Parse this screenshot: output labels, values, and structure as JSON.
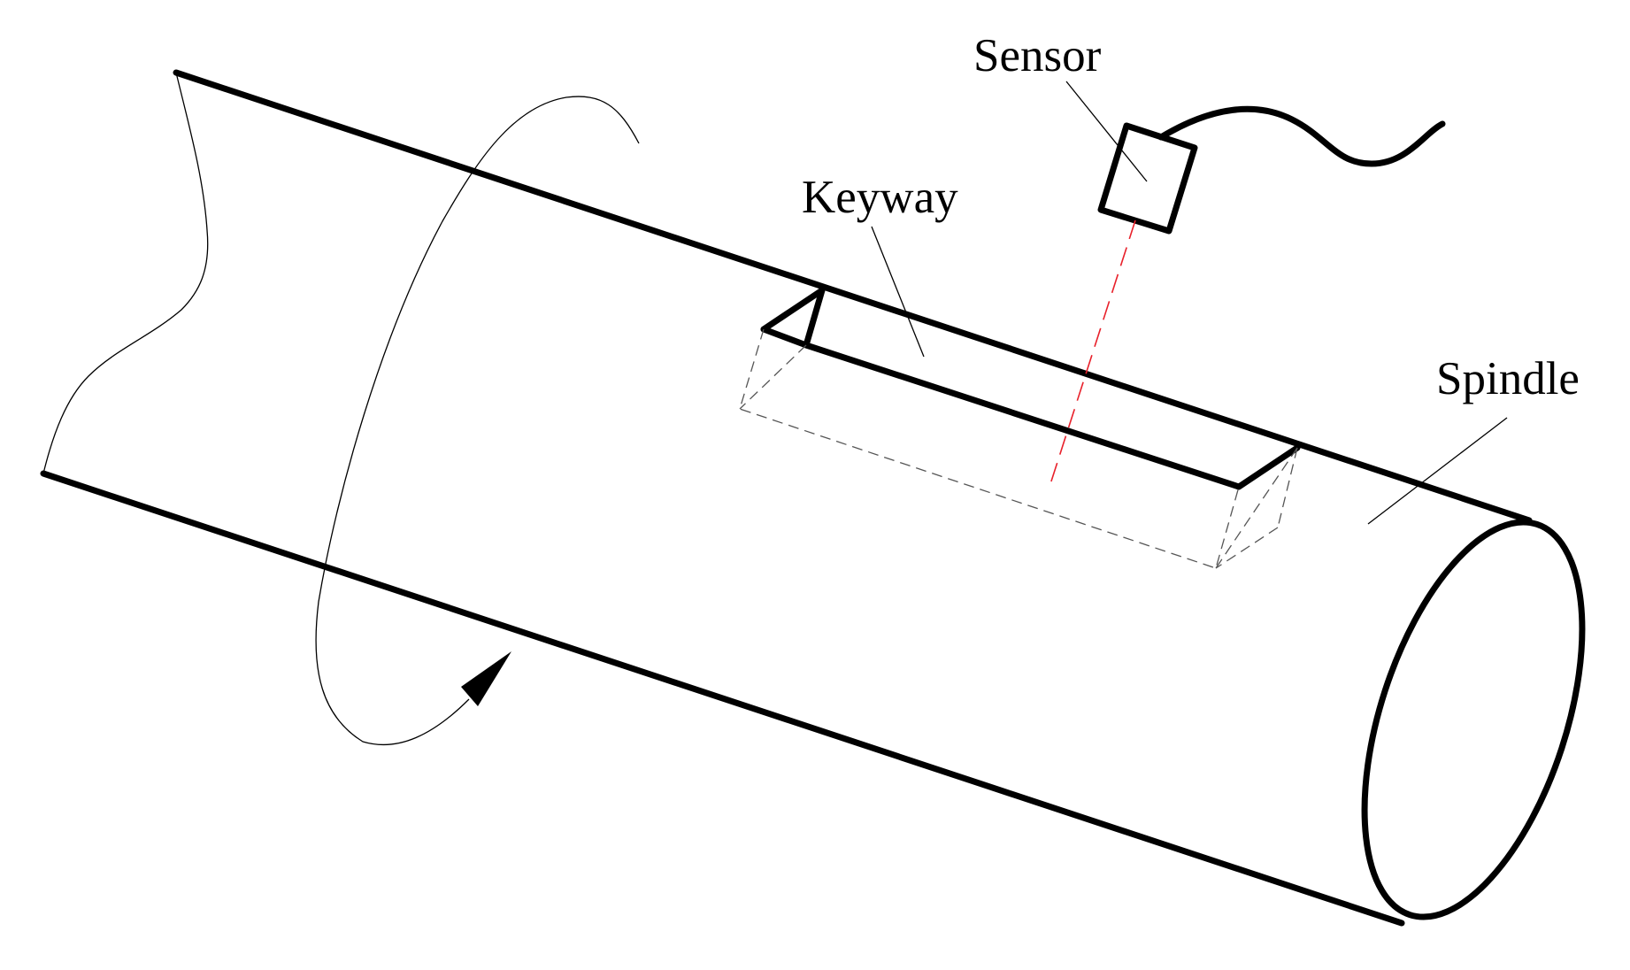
{
  "labels": {
    "sensor": "Sensor",
    "keyway": "Keyway",
    "spindle": "Spindle"
  },
  "colors": {
    "line": "#000000",
    "laser_beam": "#e8202a",
    "hidden_edge": "#555555",
    "background": "#ffffff"
  }
}
